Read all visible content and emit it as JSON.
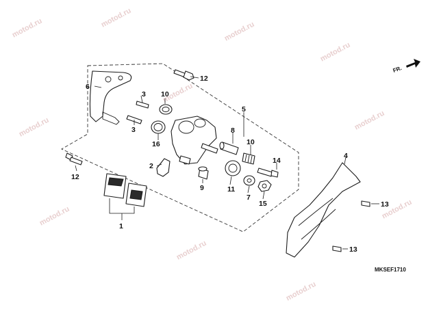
{
  "diagram_code": "MKSEF1710",
  "front_marker": "FR.",
  "watermark": "motod.ru",
  "callouts": [
    "1",
    "2",
    "3",
    "3",
    "4",
    "5",
    "6",
    "7",
    "8",
    "9",
    "10",
    "10",
    "11",
    "12",
    "12",
    "13",
    "13",
    "14",
    "15",
    "16"
  ]
}
